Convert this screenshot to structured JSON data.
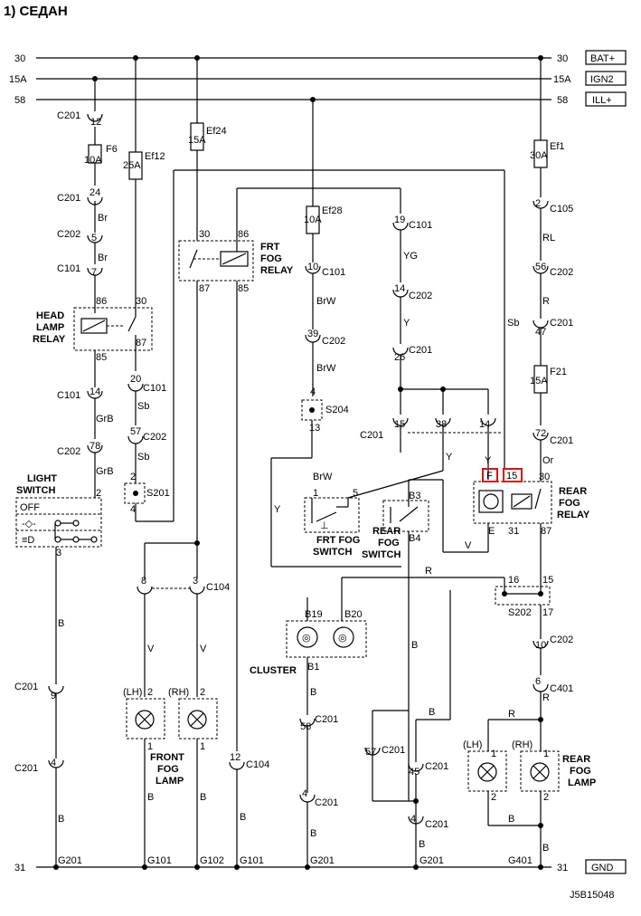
{
  "title": "1) СЕДАН",
  "rails": {
    "r30": "30",
    "r15a": "15A",
    "r58": "58",
    "r31": "31",
    "bat": "BAT+",
    "ign2": "IGN2",
    "ill": "ILL+",
    "gnd": "GND"
  },
  "code": "J5B15048",
  "fuses": {
    "f6": "F6",
    "f6_amp": "10A",
    "ef12": "Ef12",
    "ef12_amp": "25A",
    "ef24": "Ef24",
    "ef24_amp": "15A",
    "ef28": "Ef28",
    "ef28_amp": "10A",
    "ef1": "Ef1",
    "ef1_amp": "30A",
    "f21": "F21",
    "f21_amp": "15A"
  },
  "components": {
    "head_lamp_relay": [
      "HEAD",
      "LAMP",
      "RELAY"
    ],
    "frt_fog_relay": [
      "FRT",
      "FOG",
      "RELAY"
    ],
    "light_switch": [
      "LIGHT",
      "SWITCH"
    ],
    "frt_fog_switch": [
      "FRT FOG",
      "SWITCH"
    ],
    "rear_fog_switch": [
      "REAR",
      "FOG",
      "SWITCH"
    ],
    "rear_fog_relay": [
      "REAR",
      "FOG",
      "RELAY"
    ],
    "cluster": "CLUSTER",
    "front_fog_lamp": [
      "FRONT",
      "FOG",
      "LAMP"
    ],
    "rear_fog_lamp": [
      "REAR",
      "FOG",
      "LAMP"
    ],
    "lh": "(LH)",
    "rh": "(RH)",
    "off": "OFF"
  },
  "connectors": {
    "c201": "C201",
    "c202": "C202",
    "c101": "C101",
    "c104": "C104",
    "c105": "C105",
    "c401": "C401",
    "s201": "S201",
    "s202": "S202",
    "s204": "S204"
  },
  "grounds": {
    "g201": "G201",
    "g101": "G101",
    "g102": "G102",
    "g401": "G401"
  },
  "wire_colors": {
    "br": "Br",
    "grb": "GrB",
    "sb": "Sb",
    "brw": "BrW",
    "yg": "YG",
    "y": "Y",
    "rl": "RL",
    "r": "R",
    "or": "Or",
    "v": "V",
    "b": "B",
    "e": "E",
    "f": "F"
  },
  "pins": {
    "p1": "1",
    "p2": "2",
    "p3": "3",
    "p4": "4",
    "p5": "5",
    "p6": "6",
    "p7": "7",
    "p8": "8",
    "p9": "9",
    "p10": "10",
    "p12": "12",
    "p13": "13",
    "p14": "14",
    "p15": "15",
    "p16": "16",
    "p17": "17",
    "p19": "19",
    "p20": "20",
    "p24": "24",
    "p26": "26",
    "p30": "30",
    "p31": "31",
    "p38": "38",
    "p39": "39",
    "p45": "45",
    "p47": "47",
    "p56": "56",
    "p57": "57",
    "p58": "58",
    "p72": "72",
    "p78": "78",
    "p85": "85",
    "p86": "86",
    "p87": "87",
    "b3": "B3",
    "b4": "B4",
    "b19": "B19",
    "b20": "B20",
    "b1": "B1"
  },
  "highlight_color": "#e01010"
}
